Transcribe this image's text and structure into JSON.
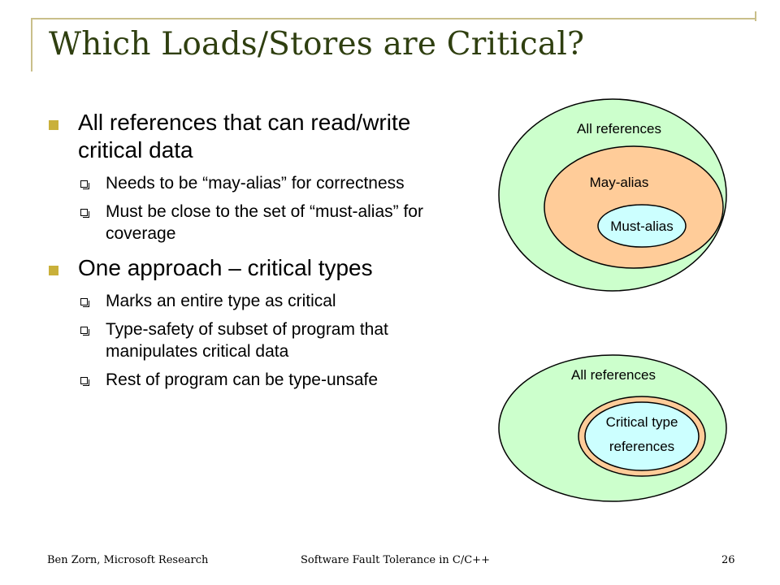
{
  "title": "Which Loads/Stores are Critical?",
  "bullets": [
    {
      "text": "All references that can read/write critical data",
      "sub": [
        "Needs to be “may-alias” for correctness",
        "Must be close to the set of “must-alias” for coverage"
      ]
    },
    {
      "text": "One approach – critical types",
      "sub": [
        "Marks an entire type as critical",
        "Type-safety of subset of program that manipulates critical data",
        "Rest of program can be type-unsafe"
      ]
    }
  ],
  "diagram_top": {
    "outer_label": "All references",
    "middle_label": "May-alias",
    "inner_label": "Must-alias"
  },
  "diagram_bottom": {
    "outer_label": "All references",
    "inner_label_line1": "Critical type",
    "inner_label_line2": "references"
  },
  "footer": {
    "left": "Ben Zorn, Microsoft Research",
    "center": "Software Fault Tolerance in C/C++",
    "page_number": "26"
  },
  "colors": {
    "outer_fill": "#ccffcc",
    "middle_fill": "#ffcc99",
    "inner_fill": "#ccffff",
    "title": "#2f3f10",
    "bullet": "#c9b03a",
    "frame": "#c9bf8a"
  }
}
